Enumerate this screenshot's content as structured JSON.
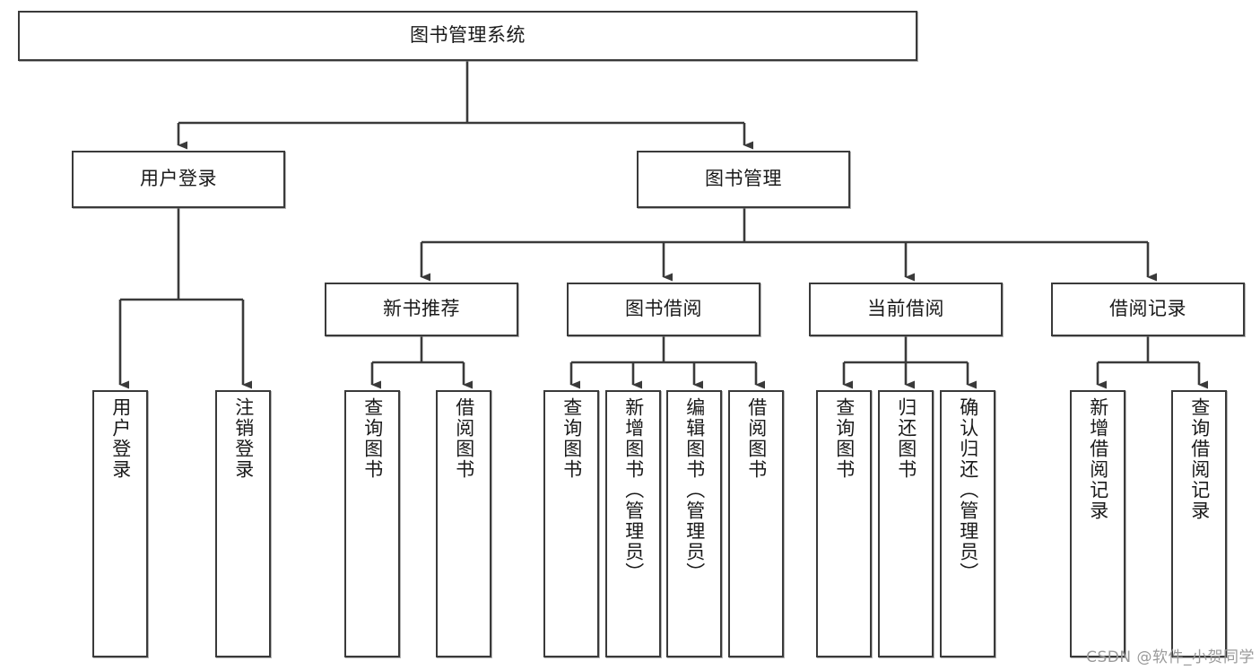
{
  "diagram": {
    "title": "图书管理系统",
    "watermark": "CSDN @软件_小贺同学",
    "line_color": "#3a3a3a",
    "box_fill": "#ffffff",
    "text_color": "#1a1a1a",
    "levels": {
      "root": {
        "label": "图书管理系统"
      },
      "level2": [
        {
          "label": "用户登录"
        },
        {
          "label": "图书管理"
        }
      ],
      "level3": [
        {
          "label": "新书推荐"
        },
        {
          "label": "图书借阅"
        },
        {
          "label": "当前借阅"
        },
        {
          "label": "借阅记录"
        }
      ],
      "leaves": {
        "user_login": [
          {
            "label": "用户登录"
          },
          {
            "label": "注销登录"
          }
        ],
        "new_book_recommend": [
          {
            "label": "查询图书"
          },
          {
            "label": "借阅图书"
          }
        ],
        "book_borrow": [
          {
            "label": "查询图书"
          },
          {
            "label": "新增图书（管理员）"
          },
          {
            "label": "编辑图书（管理员）"
          },
          {
            "label": "借阅图书"
          }
        ],
        "current_borrow": [
          {
            "label": "查询图书"
          },
          {
            "label": "归还图书"
          },
          {
            "label": "确认归还（管理员）"
          }
        ],
        "borrow_record": [
          {
            "label": "新增借阅记录"
          },
          {
            "label": "查询借阅记录"
          }
        ]
      }
    }
  }
}
